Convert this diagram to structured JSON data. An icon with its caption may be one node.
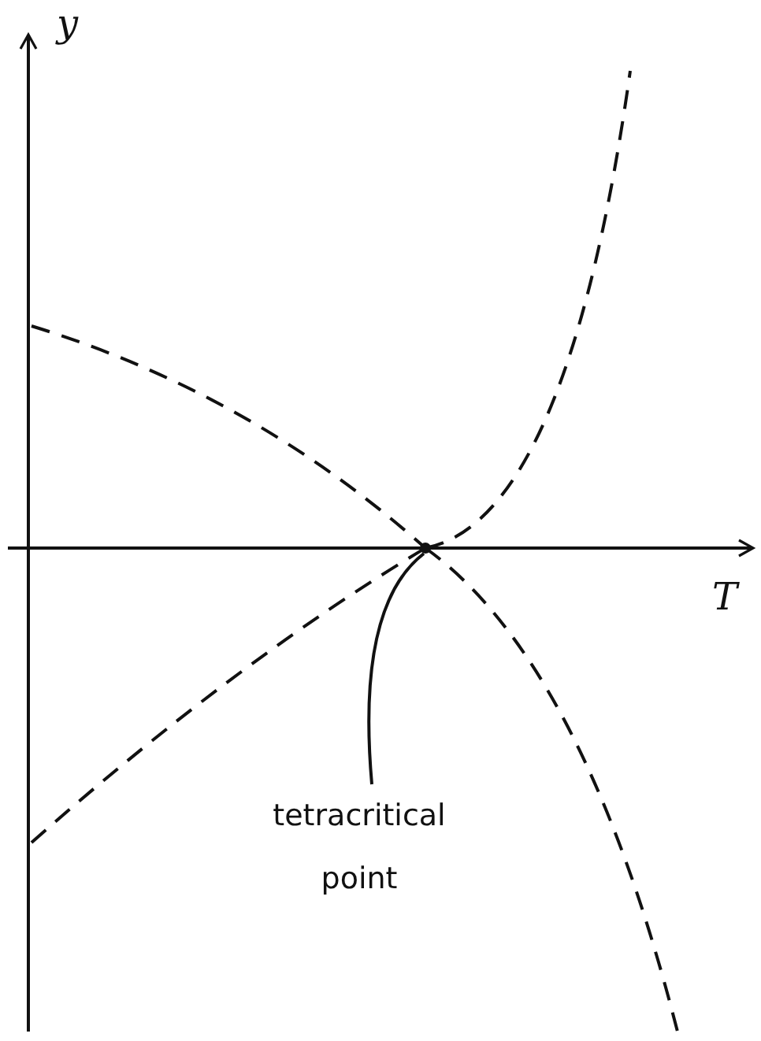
{
  "diagram": {
    "nodes": [
      {
        "text": [
          "tetracritical point"
        ]
      },
      {
        "text": [],
        "shape": "circle"
      }
    ],
    "edges": [
      {
        "from": 0,
        "to": 1,
        "arrow": "none"
      }
    ],
    "labels": [
      "y",
      "T"
    ]
  }
}
